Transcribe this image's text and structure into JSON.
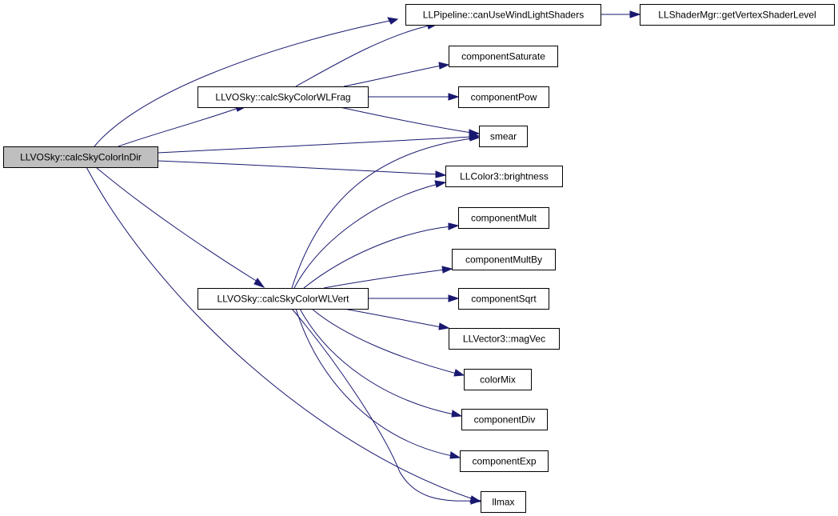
{
  "diagram": {
    "root": "LLVOSky::calcSkyColorInDir",
    "nodes": [
      {
        "id": "root",
        "label": "LLVOSky::calcSkyColorInDir",
        "is_root": true
      },
      {
        "id": "frag",
        "label": "LLVOSky::calcSkyColorWLFrag"
      },
      {
        "id": "vert",
        "label": "LLVOSky::calcSkyColorWLVert"
      },
      {
        "id": "canuse",
        "label": "LLPipeline::canUseWindLightShaders"
      },
      {
        "id": "shaderlevel",
        "label": "LLShaderMgr::getVertexShaderLevel"
      },
      {
        "id": "csat",
        "label": "componentSaturate"
      },
      {
        "id": "cpow",
        "label": "componentPow"
      },
      {
        "id": "smear",
        "label": "smear"
      },
      {
        "id": "bright",
        "label": "LLColor3::brightness"
      },
      {
        "id": "cmult",
        "label": "componentMult"
      },
      {
        "id": "cmultby",
        "label": "componentMultBy"
      },
      {
        "id": "csqrt",
        "label": "componentSqrt"
      },
      {
        "id": "magvec",
        "label": "LLVector3::magVec"
      },
      {
        "id": "colormix",
        "label": "colorMix"
      },
      {
        "id": "cdiv",
        "label": "componentDiv"
      },
      {
        "id": "cexp",
        "label": "componentExp"
      },
      {
        "id": "llmax",
        "label": "llmax"
      }
    ],
    "edges": [
      [
        "root",
        "canuse"
      ],
      [
        "root",
        "frag"
      ],
      [
        "root",
        "smear"
      ],
      [
        "root",
        "bright"
      ],
      [
        "root",
        "vert"
      ],
      [
        "root",
        "llmax"
      ],
      [
        "frag",
        "canuse"
      ],
      [
        "frag",
        "csat"
      ],
      [
        "frag",
        "cpow"
      ],
      [
        "frag",
        "smear"
      ],
      [
        "canuse",
        "shaderlevel"
      ],
      [
        "vert",
        "smear"
      ],
      [
        "vert",
        "bright"
      ],
      [
        "vert",
        "cmult"
      ],
      [
        "vert",
        "cmultby"
      ],
      [
        "vert",
        "csqrt"
      ],
      [
        "vert",
        "magvec"
      ],
      [
        "vert",
        "colormix"
      ],
      [
        "vert",
        "cdiv"
      ],
      [
        "vert",
        "cexp"
      ],
      [
        "vert",
        "llmax"
      ]
    ],
    "colors": {
      "edge": "#191970",
      "root_fill": "#bfbfbf",
      "node_fill": "#ffffff",
      "border": "#000000"
    }
  }
}
